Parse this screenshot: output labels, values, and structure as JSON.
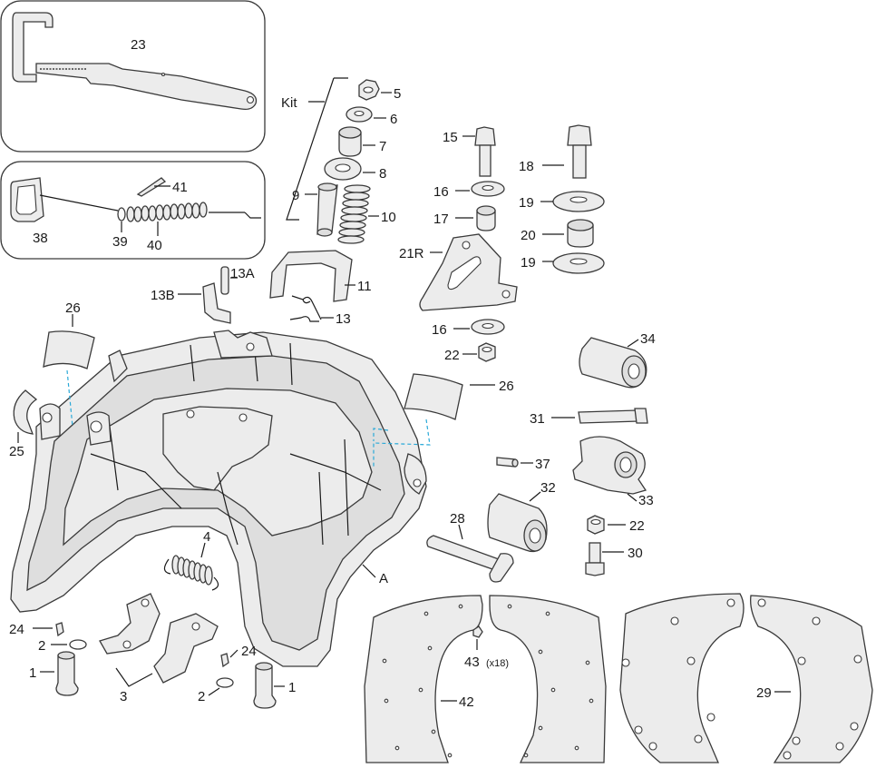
{
  "labels": {
    "l23": "23",
    "lkit": "Kit",
    "l5": "5",
    "l6": "6",
    "l7": "7",
    "l8": "8",
    "l9": "9",
    "l10": "10",
    "l11": "11",
    "l13": "13",
    "l13a": "13A",
    "l13b": "13B",
    "l15": "15",
    "l16a": "16",
    "l17": "17",
    "l21r": "21R",
    "l16b": "16",
    "l22a": "22",
    "l18": "18",
    "l19a": "19",
    "l20": "20",
    "l19b": "19",
    "l41": "41",
    "l38": "38",
    "l39": "39",
    "l40": "40",
    "l26a": "26",
    "l26b": "26",
    "l25": "25",
    "l4": "4",
    "lA": "A",
    "l24a": "24",
    "l2a": "2",
    "l1a": "1",
    "l3": "3",
    "l24b": "24",
    "l2b": "2",
    "l1b": "1",
    "l34": "34",
    "l31": "31",
    "l37": "37",
    "l32": "32",
    "l33": "33",
    "l22b": "22",
    "l30": "30",
    "l28": "28",
    "l43": "43",
    "l43q": "(x18)",
    "l42": "42",
    "l29": "29"
  },
  "colors": {
    "accent_dash": "#2aa9d8",
    "line": "#1a1a1a",
    "part_fill": "#ececec"
  }
}
